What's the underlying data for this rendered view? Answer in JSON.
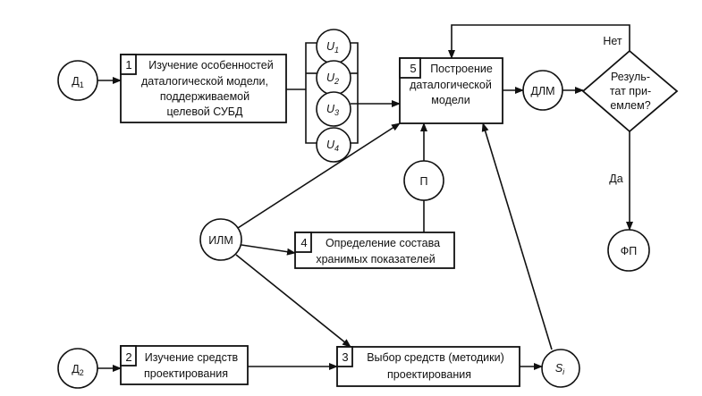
{
  "nodes": {
    "d1": {
      "label": "Д",
      "sub": "1"
    },
    "d2": {
      "label": "Д",
      "sub": "2"
    },
    "u1": {
      "label": "U",
      "sub": "1"
    },
    "u2": {
      "label": "U",
      "sub": "2"
    },
    "u3": {
      "label": "U",
      "sub": "3"
    },
    "u4": {
      "label": "U",
      "sub": "4"
    },
    "ilm": {
      "label": "ИЛМ"
    },
    "p": {
      "label": "П"
    },
    "dlm": {
      "label": "ДЛМ"
    },
    "fp": {
      "label": "ФП"
    },
    "si": {
      "label": "S",
      "sub": "i"
    }
  },
  "boxes": {
    "b1": {
      "num": "1",
      "lines": [
        "Изучение особенностей",
        "даталогической модели,",
        "поддерживаемой",
        "целевой СУБД"
      ]
    },
    "b2": {
      "num": "2",
      "lines": [
        "Изучение средств",
        "проектирования"
      ]
    },
    "b3": {
      "num": "3",
      "lines": [
        "Выбор средств (методики)",
        "проектирования"
      ]
    },
    "b4": {
      "num": "4",
      "lines": [
        "Определение состава",
        "хранимых показателей"
      ]
    },
    "b5": {
      "num": "5",
      "lines": [
        "Построение",
        "даталогической",
        "модели"
      ]
    }
  },
  "decision": {
    "lines": [
      "Резуль-",
      "тат при-",
      "емлем?"
    ]
  },
  "edge_labels": {
    "no": "Нет",
    "yes": "Да"
  }
}
